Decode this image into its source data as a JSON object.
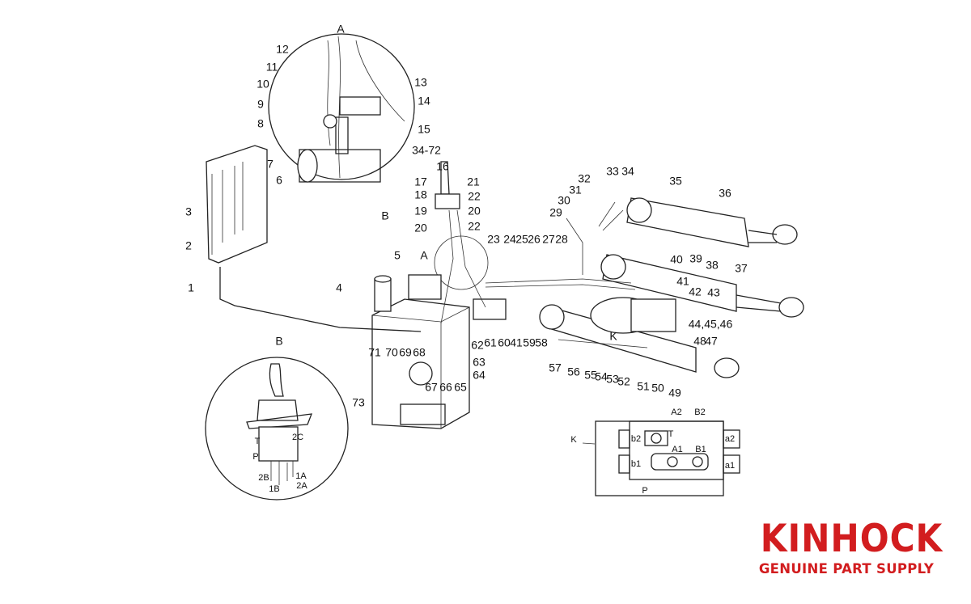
{
  "diagram": {
    "callouts": [
      "A",
      "12",
      "11",
      "10",
      "9",
      "8",
      "7",
      "6",
      "13",
      "14",
      "15",
      "34-72",
      "B",
      "16",
      "17",
      "18",
      "19",
      "20",
      "21",
      "22",
      "20",
      "22",
      "B",
      "23",
      "24",
      "25",
      "26",
      "27",
      "28",
      "29",
      "30",
      "31",
      "32",
      "33",
      "34",
      "35",
      "36",
      "37",
      "38",
      "39",
      "40",
      "41",
      "42",
      "43",
      "44,45,46",
      "47",
      "48",
      "49",
      "50",
      "51",
      "52",
      "53",
      "54",
      "55",
      "56",
      "57",
      "58",
      "59",
      "60",
      "41",
      "61",
      "62",
      "63",
      "64",
      "65",
      "66",
      "67",
      "68",
      "69",
      "70",
      "71",
      "73",
      "4",
      "5",
      "A",
      "1",
      "2",
      "3",
      "K"
    ],
    "valve_inset_K": [
      "K",
      "A2",
      "B2",
      "b2",
      "T",
      "A1",
      "B1",
      "b1",
      "P",
      "a2",
      "a1"
    ],
    "joystick_inset_B": [
      "T",
      "2C",
      "P",
      "2B",
      "1B",
      "1A",
      "2A"
    ]
  },
  "brand": {
    "name": "KINHOCK",
    "tagline": "GENUINE PART SUPPLY",
    "color": "#d21d1f"
  }
}
